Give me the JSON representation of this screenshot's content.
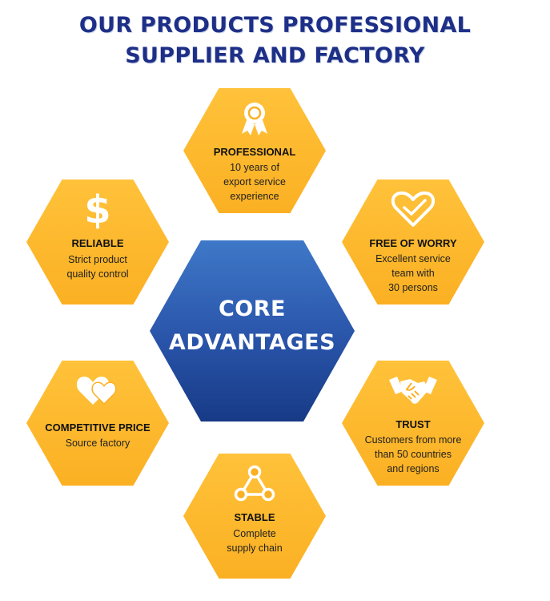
{
  "headline": {
    "line1": "OUR PRODUCTS PROFESSIONAL",
    "line2": "SUPPLIER AND FACTORY"
  },
  "core": {
    "line1": "CORE",
    "line2": "ADVANTAGES"
  },
  "advantages": [
    {
      "id": "professional",
      "icon": "award-ribbon-icon",
      "title": "PROFESSIONAL",
      "lines": [
        "10 years of",
        "export service",
        "experience"
      ]
    },
    {
      "id": "reliable",
      "icon": "dollar-icon",
      "title": "RELIABLE",
      "lines": [
        "Strict product",
        "quality control"
      ]
    },
    {
      "id": "free-of-worry",
      "icon": "heart-outline-icon",
      "title": "FREE OF WORRY",
      "lines": [
        "Excellent service",
        "team with",
        "30 persons"
      ]
    },
    {
      "id": "competitive-price",
      "icon": "double-heart-icon",
      "title": "COMPETITIVE PRICE",
      "lines": [
        "Source factory"
      ]
    },
    {
      "id": "trust",
      "icon": "handshake-icon",
      "title": "TRUST",
      "lines": [
        "Customers from more",
        "than 50 countries",
        "and regions"
      ]
    },
    {
      "id": "stable",
      "icon": "triangle-network-icon",
      "title": "STABLE",
      "lines": [
        "Complete",
        "supply chain"
      ]
    }
  ],
  "colors": {
    "headline": "#1d2f87",
    "hex_orange": "#fbb023",
    "core_blue": "#2954a9",
    "icon_white": "#ffffff"
  }
}
